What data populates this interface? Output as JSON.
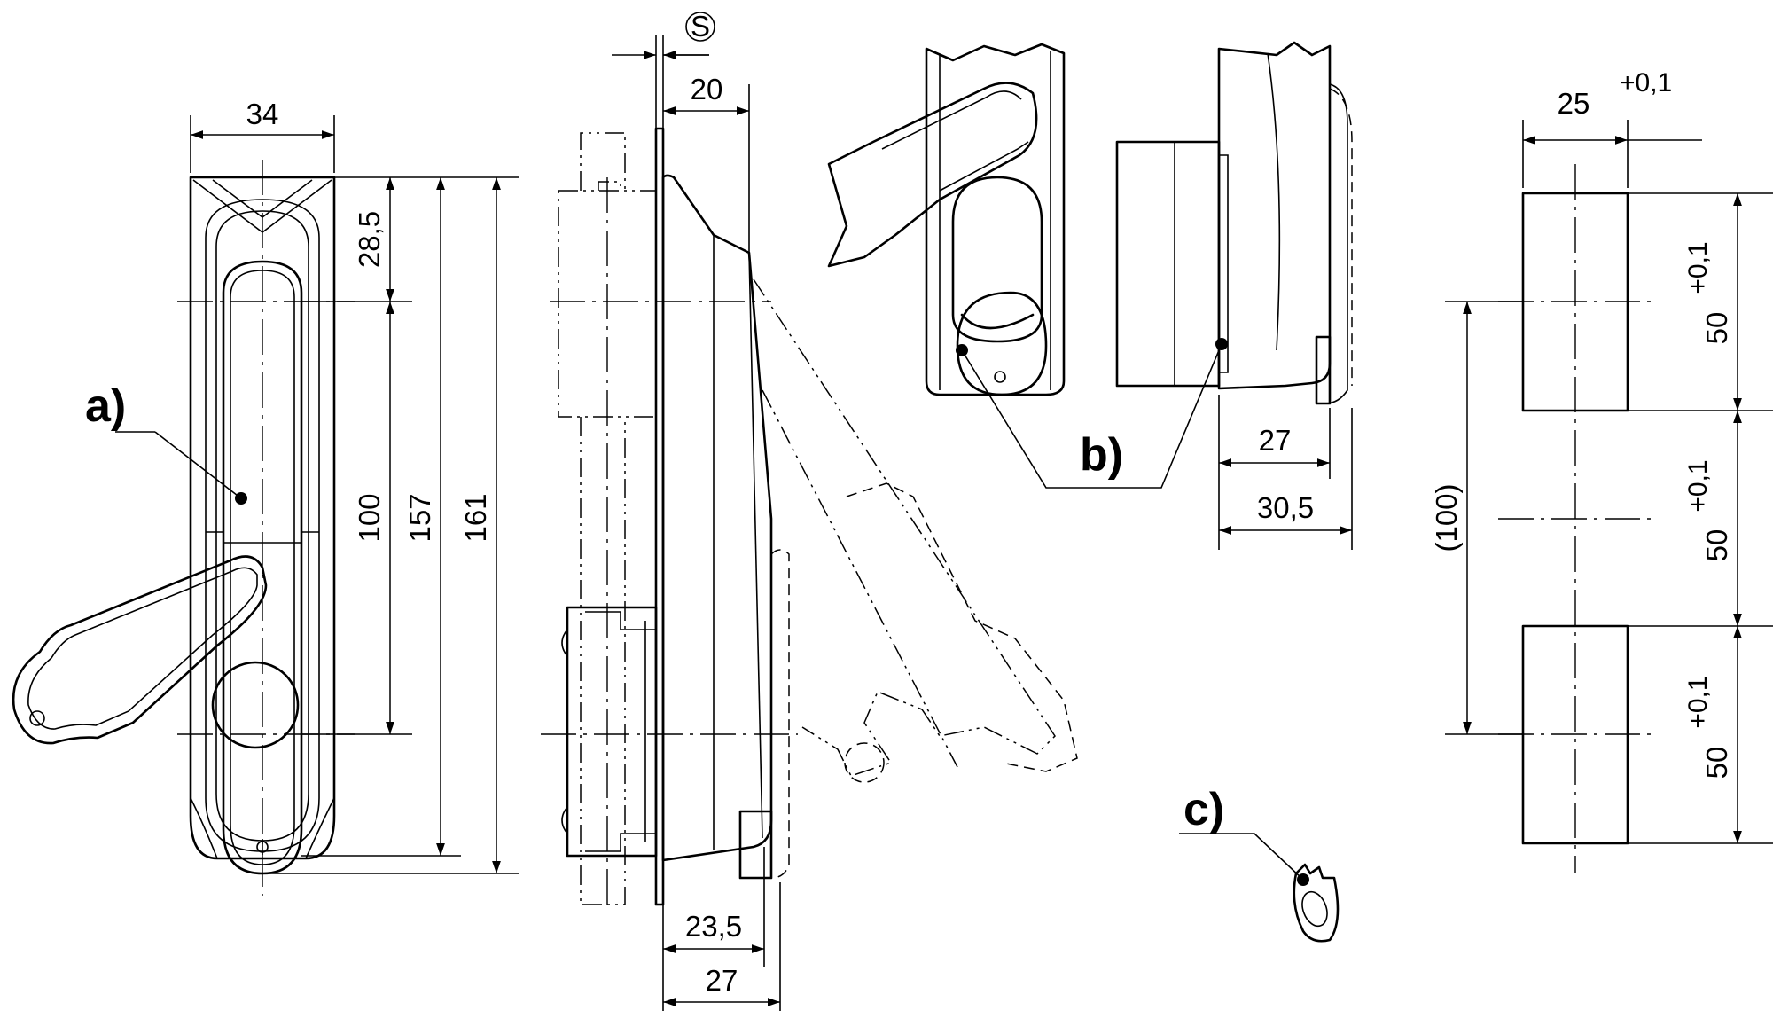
{
  "front_view": {
    "width": "34",
    "top_offset": "28,5",
    "axis_spacing": "100",
    "length_157": "157",
    "length_161": "161"
  },
  "side_view": {
    "symbol": "S",
    "depth_20": "20",
    "depth_23_5": "23,5",
    "depth_27": "27"
  },
  "detail_view": {
    "depth_27": "27",
    "depth_30_5": "30,5"
  },
  "cutout": {
    "width_base": "25",
    "width_tol": "+0,1",
    "height_1_base": "50",
    "height_1_tol": "+0,1",
    "height_2_base": "50",
    "height_2_tol": "+0,1",
    "height_3_base": "50",
    "height_3_tol": "+0,1",
    "spacing": "(100)"
  },
  "callouts": {
    "a": "a)",
    "b": "b)",
    "c": "c)"
  }
}
